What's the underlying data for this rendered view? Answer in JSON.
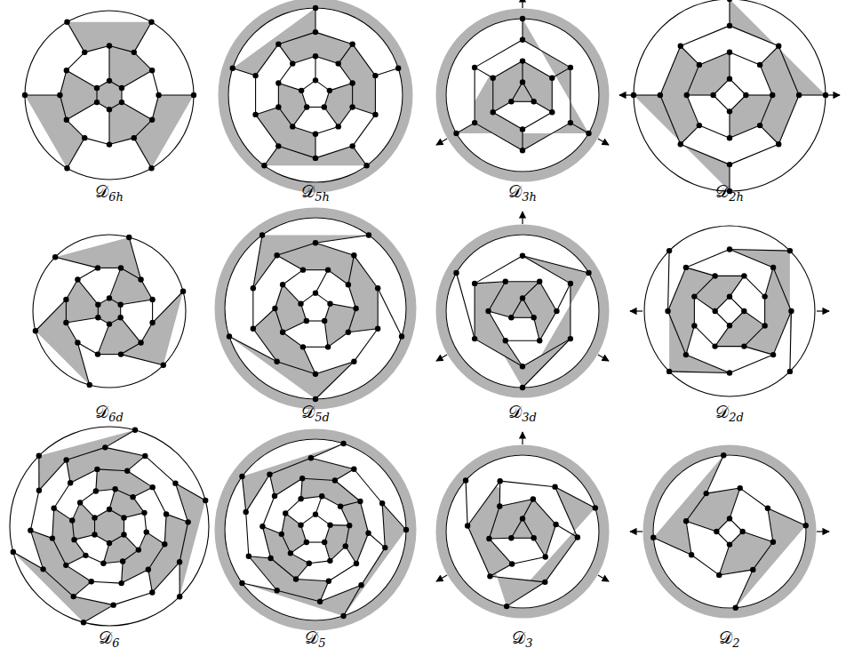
{
  "diagram": {
    "labels": [
      "𝒟6h",
      "𝒟5h",
      "𝒟3h",
      "𝒟2h",
      "𝒟6d",
      "𝒟5d",
      "𝒟3d",
      "𝒟2d",
      "𝒟6",
      "𝒟5",
      "𝒟3",
      "𝒟2"
    ]
  }
}
